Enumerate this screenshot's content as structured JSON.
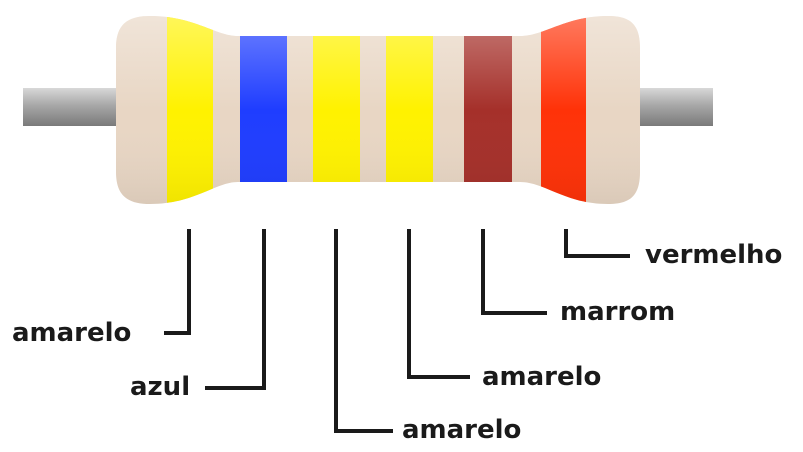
{
  "resistor": {
    "body_color": "#e8d6c4",
    "lead_color": "#9d9d9d"
  },
  "bands": [
    {
      "color_name": "amarelo",
      "hex": "#fff200"
    },
    {
      "color_name": "azul",
      "hex": "#1f3dff"
    },
    {
      "color_name": "amarelo",
      "hex": "#fff200"
    },
    {
      "color_name": "amarelo",
      "hex": "#fff200"
    },
    {
      "color_name": "marrom",
      "hex": "#a5302a"
    },
    {
      "color_name": "vermelho",
      "hex": "#ff3208"
    }
  ],
  "labels": {
    "band1": "amarelo",
    "band2": "azul",
    "band3": "amarelo",
    "band4": "amarelo",
    "band5": "marrom",
    "band6": "vermelho"
  }
}
